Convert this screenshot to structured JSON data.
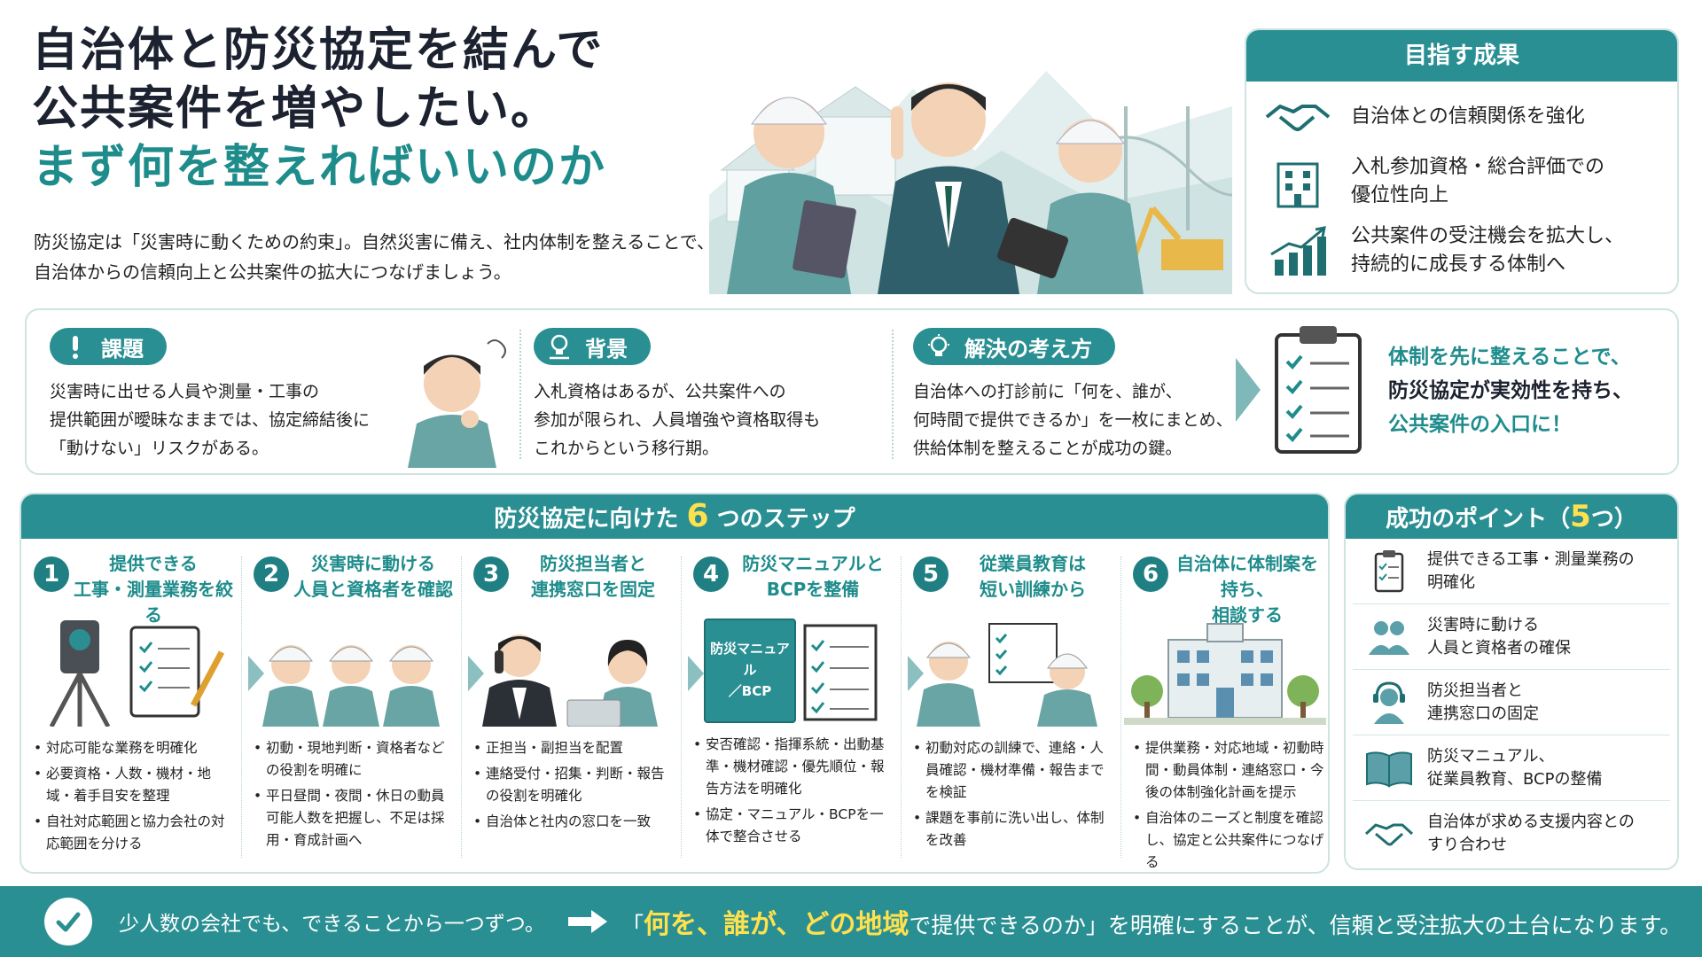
{
  "header": {
    "title_line1": "自治体と防災協定を結んで",
    "title_line2": "公共案件を増やしたい。",
    "title_line3": "まず何を整えればいいのか",
    "intro_line1": "防災協定は「災害時に動くための約束」。自然災害に備え、社内体制を整えることで、",
    "intro_line2": "自治体からの信頼向上と公共案件の拡大につなげましょう。"
  },
  "goals": {
    "heading": "目指す成果",
    "items": [
      {
        "icon": "handshake-icon",
        "line1": "自治体との信頼関係を強化",
        "line2": ""
      },
      {
        "icon": "building-icon",
        "line1": "入札参加資格・総合評価での",
        "line2": "優位性向上"
      },
      {
        "icon": "growth-chart-icon",
        "line1": "公共案件の受注機会を拡大し、",
        "line2": "持続的に成長する体制へ"
      }
    ]
  },
  "issues": {
    "problem": {
      "label": "課題",
      "icon": "exclamation-icon",
      "lines": [
        "災害時に出せる人員や測量・工事の",
        "提供範囲が曖昧なままでは、協定締結後に",
        "「動けない」リスクがある。"
      ]
    },
    "background": {
      "label": "背景",
      "icon": "lightbulb-hand-icon",
      "lines": [
        "入札資格はあるが、公共案件への",
        "参加が限られ、人員増強や資格取得も",
        "これからという移行期。"
      ]
    },
    "solution": {
      "label": "解決の考え方",
      "icon": "lightbulb-icon",
      "lines": [
        "自治体への打診前に「何を、誰が、",
        "何時間で提供できるか」を一枚にまとめ、",
        "供給体制を整えることが成功の鍵。"
      ]
    },
    "conclusion": {
      "line1": "体制を先に整えることで、",
      "line2": "防災協定が実効性を持ち、",
      "line3": "公共案件の入口に！"
    }
  },
  "steps": {
    "heading_pre": "防災協定に向けた",
    "heading_num": "6",
    "heading_post": "つのステップ",
    "items": [
      {
        "num": "1",
        "title1": "提供できる",
        "title2": "工事・測量業務を絞る",
        "bullets": [
          "対応可能な業務を明確化",
          "必要資格・人数・機材・地域・着手目安を整理",
          "自社対応範囲と協力会社の対応範囲を分ける"
        ]
      },
      {
        "num": "2",
        "title1": "災害時に動ける",
        "title2": "人員と資格者を確認",
        "bullets": [
          "初動・現地判断・資格者などの役割を明確に",
          "平日昼間・夜間・休日の動員可能人数を把握し、不足は採用・育成計画へ"
        ]
      },
      {
        "num": "3",
        "title1": "防災担当者と",
        "title2": "連携窓口を固定",
        "bullets": [
          "正担当・副担当を配置",
          "連絡受付・招集・判断・報告の役割を明確化",
          "自治体と社内の窓口を一致"
        ]
      },
      {
        "num": "4",
        "title1": "防災マニュアルと",
        "title2": "BCPを整備",
        "manual_label1": "防災マニュアル",
        "manual_label2": "／BCP",
        "bullets": [
          "安否確認・指揮系統・出動基準・機材確認・優先順位・報告方法を明確化",
          "協定・マニュアル・BCPを一体で整合させる"
        ]
      },
      {
        "num": "5",
        "title1": "従業員教育は",
        "title2": "短い訓練から",
        "bullets": [
          "初動対応の訓練で、連絡・人員確認・機材準備・報告までを検証",
          "課題を事前に洗い出し、体制を改善"
        ]
      },
      {
        "num": "6",
        "title1": "自治体に体制案を持ち、",
        "title2": "相談する",
        "bullets": [
          "提供業務・対応地域・初動時間・動員体制・連絡窓口・今後の体制強化計画を提示",
          "自治体のニーズと制度を確認し、協定と公共案件につなげる"
        ]
      }
    ]
  },
  "points": {
    "heading_pre": "成功のポイント（",
    "heading_num": "5",
    "heading_post": "つ）",
    "items": [
      {
        "icon": "clipboard-icon",
        "line1": "提供できる工事・測量業務の",
        "line2": "明確化"
      },
      {
        "icon": "people-icon",
        "line1": "災害時に動ける",
        "line2": "人員と資格者の確保"
      },
      {
        "icon": "headset-icon",
        "line1": "防災担当者と",
        "line2": "連携窓口の固定"
      },
      {
        "icon": "book-icon",
        "line1": "防災マニュアル、",
        "line2": "従業員教育、BCPの整備"
      },
      {
        "icon": "handshake-icon",
        "line1": "自治体が求める支援内容との",
        "line2": "すり合わせ"
      }
    ]
  },
  "footer": {
    "lead": "少人数の会社でも、できることから一つずつ。",
    "q_open": "「",
    "w1": "何を、",
    "w2": "誰が、",
    "w3": "どの地域",
    "q_mid": "で提供できるのか」",
    "tail": "を明確にすることが、信頼と受注拡大の土台になります。"
  },
  "colors": {
    "teal": "#2a8f92",
    "accent_yellow": "#ffe14d",
    "dark_text": "#1c2230"
  }
}
